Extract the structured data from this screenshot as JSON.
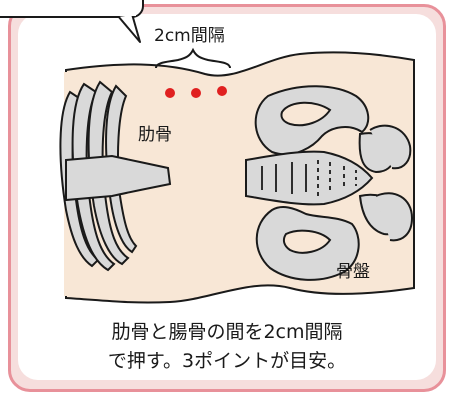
{
  "labels": {
    "spacing": "2cm間隔",
    "ribs": "肋骨",
    "pelvis": "骨盤"
  },
  "caption": {
    "line1": "肋骨と腸骨の間を2cm間隔",
    "line2": "で押す。3ポイントが目安。"
  },
  "colors": {
    "frame_border": "#e8919a",
    "frame_fill": "#f6dedd",
    "skin": "#f8e7d6",
    "bone_fill": "#d9d9d9",
    "spine_fill": "#cfcfcf",
    "points": "#e02020",
    "outline": "#1a1a1a"
  },
  "points_count": 3
}
